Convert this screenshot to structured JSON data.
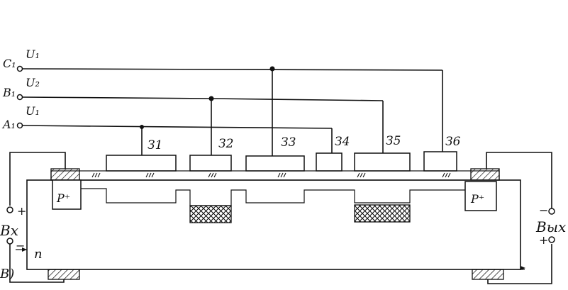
{
  "inputs": [
    {
      "label": "C₁",
      "voltage": "U₁"
    },
    {
      "label": "B₁",
      "voltage": "U₂"
    },
    {
      "label": "A₁",
      "voltage": "U₁"
    }
  ],
  "electrodes": [
    "З1",
    "З2",
    "З3",
    "З4",
    "З5",
    "З6"
  ],
  "regions": {
    "p_left": "P⁺",
    "p_right": "P⁺",
    "substrate": "n"
  },
  "input_port": {
    "label": "Bx",
    "plus": "+",
    "minus": "−"
  },
  "output_port": {
    "label": "Bыx",
    "plus": "+",
    "minus": "−"
  },
  "corner_label": "B)"
}
